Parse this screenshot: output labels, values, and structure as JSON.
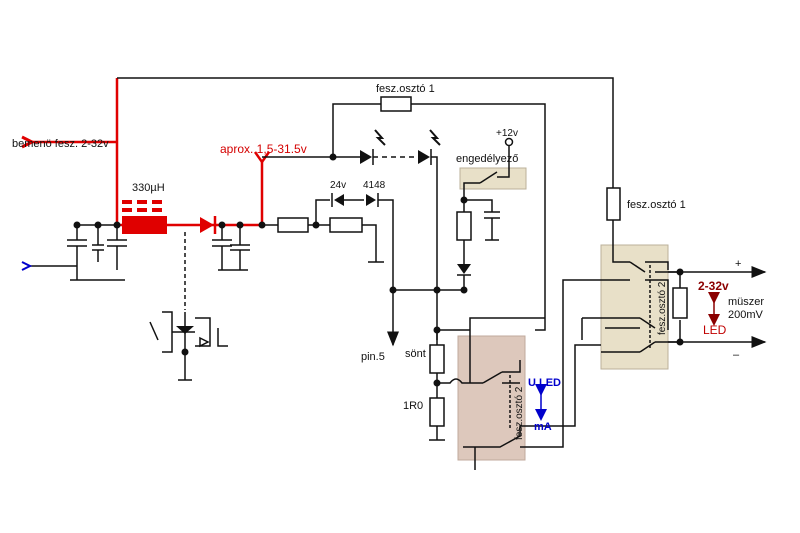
{
  "labels": {
    "input": "bemenö fesz. 2-32v",
    "inductor": "330µH",
    "approx": "aprox. 1,5-31.5v",
    "divider1_top": "fesz.osztó 1",
    "divider1_right": "fesz.osztó 1",
    "plus12": "+12v",
    "enable": "engedélyező",
    "zener": "24v",
    "diode": "4148",
    "pin5": "pin.5",
    "shunt": "sönt",
    "r1": "1R0",
    "divider2_left": "fesz.osztó 2",
    "divider2_right": "fesz.osztó 2",
    "uled": "U LED",
    "ma": "mA",
    "range": "2-32v",
    "meter": "müszer",
    "meter_range": "200mV",
    "led": "LED",
    "plus": "+",
    "minus": "–"
  },
  "colors": {
    "wire": "#111111",
    "power": "#e00000",
    "switch_box_1": "#e8e0c8",
    "switch_box_2": "#ddc8bc",
    "blue": "#0000cc",
    "darkred": "#8b0000"
  }
}
